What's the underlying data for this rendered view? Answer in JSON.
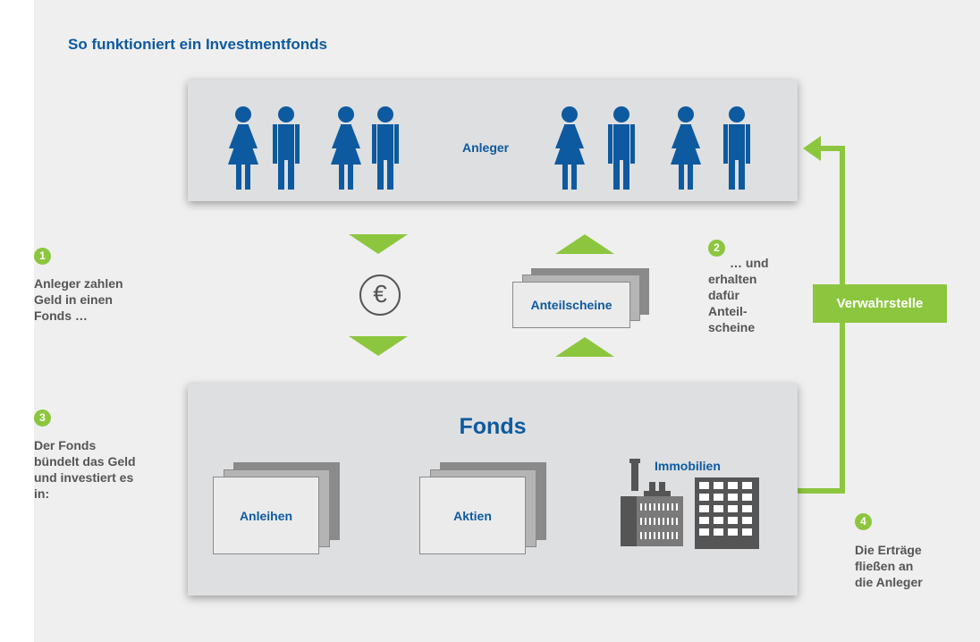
{
  "title": "So funktioniert ein Investmentfonds",
  "anleger": {
    "label": "Anleger"
  },
  "steps": [
    {
      "number": "1",
      "text": "Anleger zahlen Geld in einen Fonds …"
    },
    {
      "number": "2",
      "text_head": "… und",
      "text": "erhalten dafür Anteil-scheine"
    },
    {
      "number": "3",
      "text": "Der Fonds bündelt das Geld und investiert es in:"
    },
    {
      "number": "4",
      "text": "Die Erträge fließen an die Anleger"
    }
  ],
  "currency_symbol": "€",
  "anteilscheine": {
    "label": "Anteilscheine"
  },
  "verwahrstelle": {
    "label": "Verwahrstelle"
  },
  "fonds": {
    "title": "Fonds",
    "assets": [
      {
        "label": "Anleihen"
      },
      {
        "label": "Aktien"
      },
      {
        "label": "Immobilien"
      }
    ]
  },
  "colors": {
    "brand_blue": "#0d5aa0",
    "accent_green": "#8cc63f",
    "panel_gray": "#dedfe0",
    "background": "#efefef"
  },
  "icons": [
    "woman-icon",
    "man-icon",
    "euro-coin-icon",
    "factory-icon",
    "office-building-icon",
    "arrow-up-icon",
    "arrow-down-icon"
  ]
}
